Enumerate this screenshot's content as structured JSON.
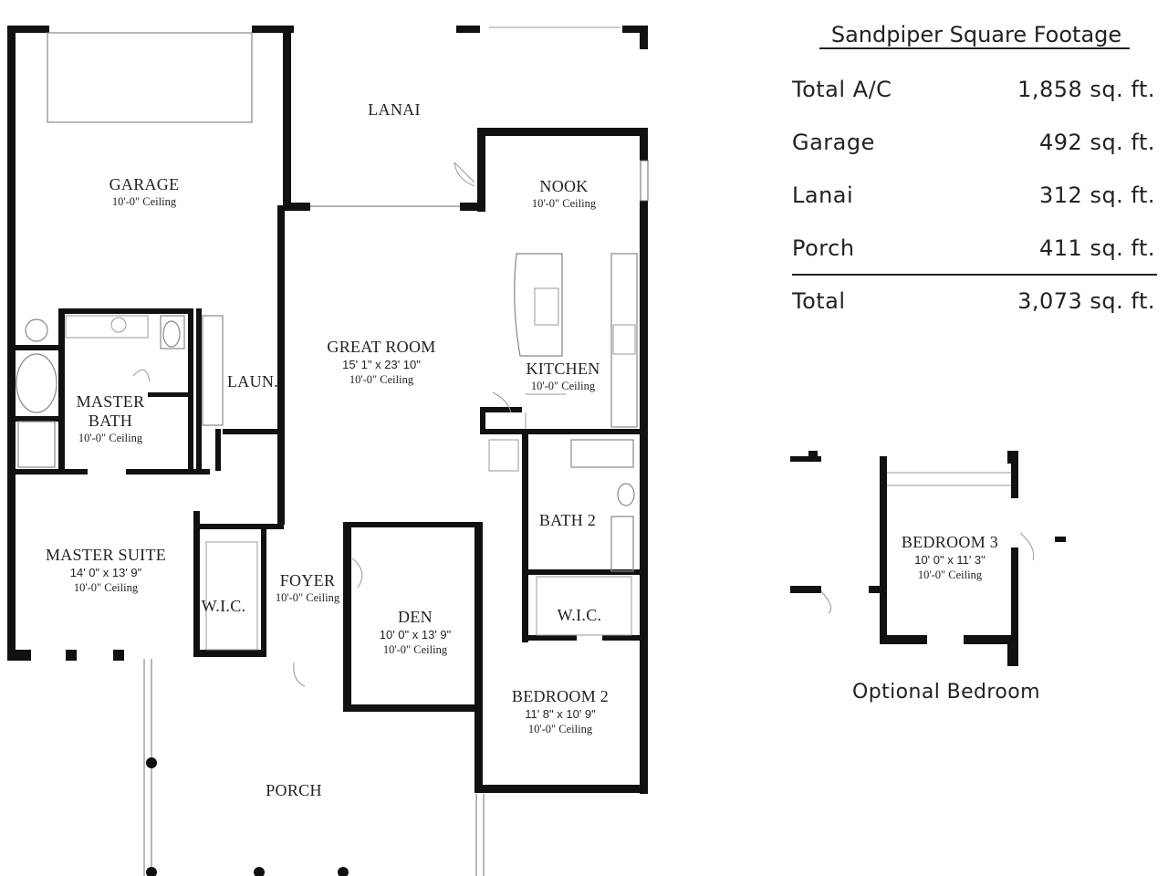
{
  "rooms": {
    "garage": {
      "name": "GARAGE",
      "ceiling": "10'-0\" Ceiling"
    },
    "lanai": {
      "name": "LANAI"
    },
    "nook": {
      "name": "NOOK",
      "ceiling": "10'-0\" Ceiling"
    },
    "great_room": {
      "name": "GREAT ROOM",
      "dims": "15' 1\" x 23' 10\"",
      "ceiling": "10'-0\" Ceiling"
    },
    "kitchen": {
      "name": "KITCHEN",
      "ceiling": "10'-0\" Ceiling"
    },
    "laundry": {
      "name": "LAUN."
    },
    "master_bath": {
      "name_line1": "MASTER",
      "name_line2": "BATH",
      "ceiling": "10'-0\" Ceiling"
    },
    "master_suite": {
      "name": "MASTER SUITE",
      "dims": "14' 0\" x 13' 9\"",
      "ceiling": "10'-0\" Ceiling"
    },
    "wic_master": {
      "name": "W.I.C."
    },
    "foyer": {
      "name": "FOYER",
      "ceiling": "10'-0\" Ceiling"
    },
    "den": {
      "name": "DEN",
      "dims": "10' 0\" x 13' 9\"",
      "ceiling": "10'-0\" Ceiling"
    },
    "bath2": {
      "name": "BATH 2"
    },
    "wic2": {
      "name": "W.I.C."
    },
    "bedroom2": {
      "name": "BEDROOM 2",
      "dims": "11' 8\" x 10' 9\"",
      "ceiling": "10'-0\" Ceiling"
    },
    "porch": {
      "name": "PORCH"
    },
    "bedroom3": {
      "name": "BEDROOM 3",
      "dims": "10' 0\" x 11' 3\"",
      "ceiling": "10'-0\" Ceiling"
    }
  },
  "square_footage": {
    "title": "Sandpiper Square Footage",
    "rows": [
      {
        "label": "Total A/C",
        "value": "1,858 sq. ft."
      },
      {
        "label": "Garage",
        "value": "492 sq. ft."
      },
      {
        "label": "Lanai",
        "value": "312 sq. ft."
      },
      {
        "label": "Porch",
        "value": "411 sq. ft."
      }
    ],
    "total": {
      "label": "Total",
      "value": "3,073 sq. ft."
    }
  },
  "optional": {
    "caption": "Optional Bedroom"
  }
}
